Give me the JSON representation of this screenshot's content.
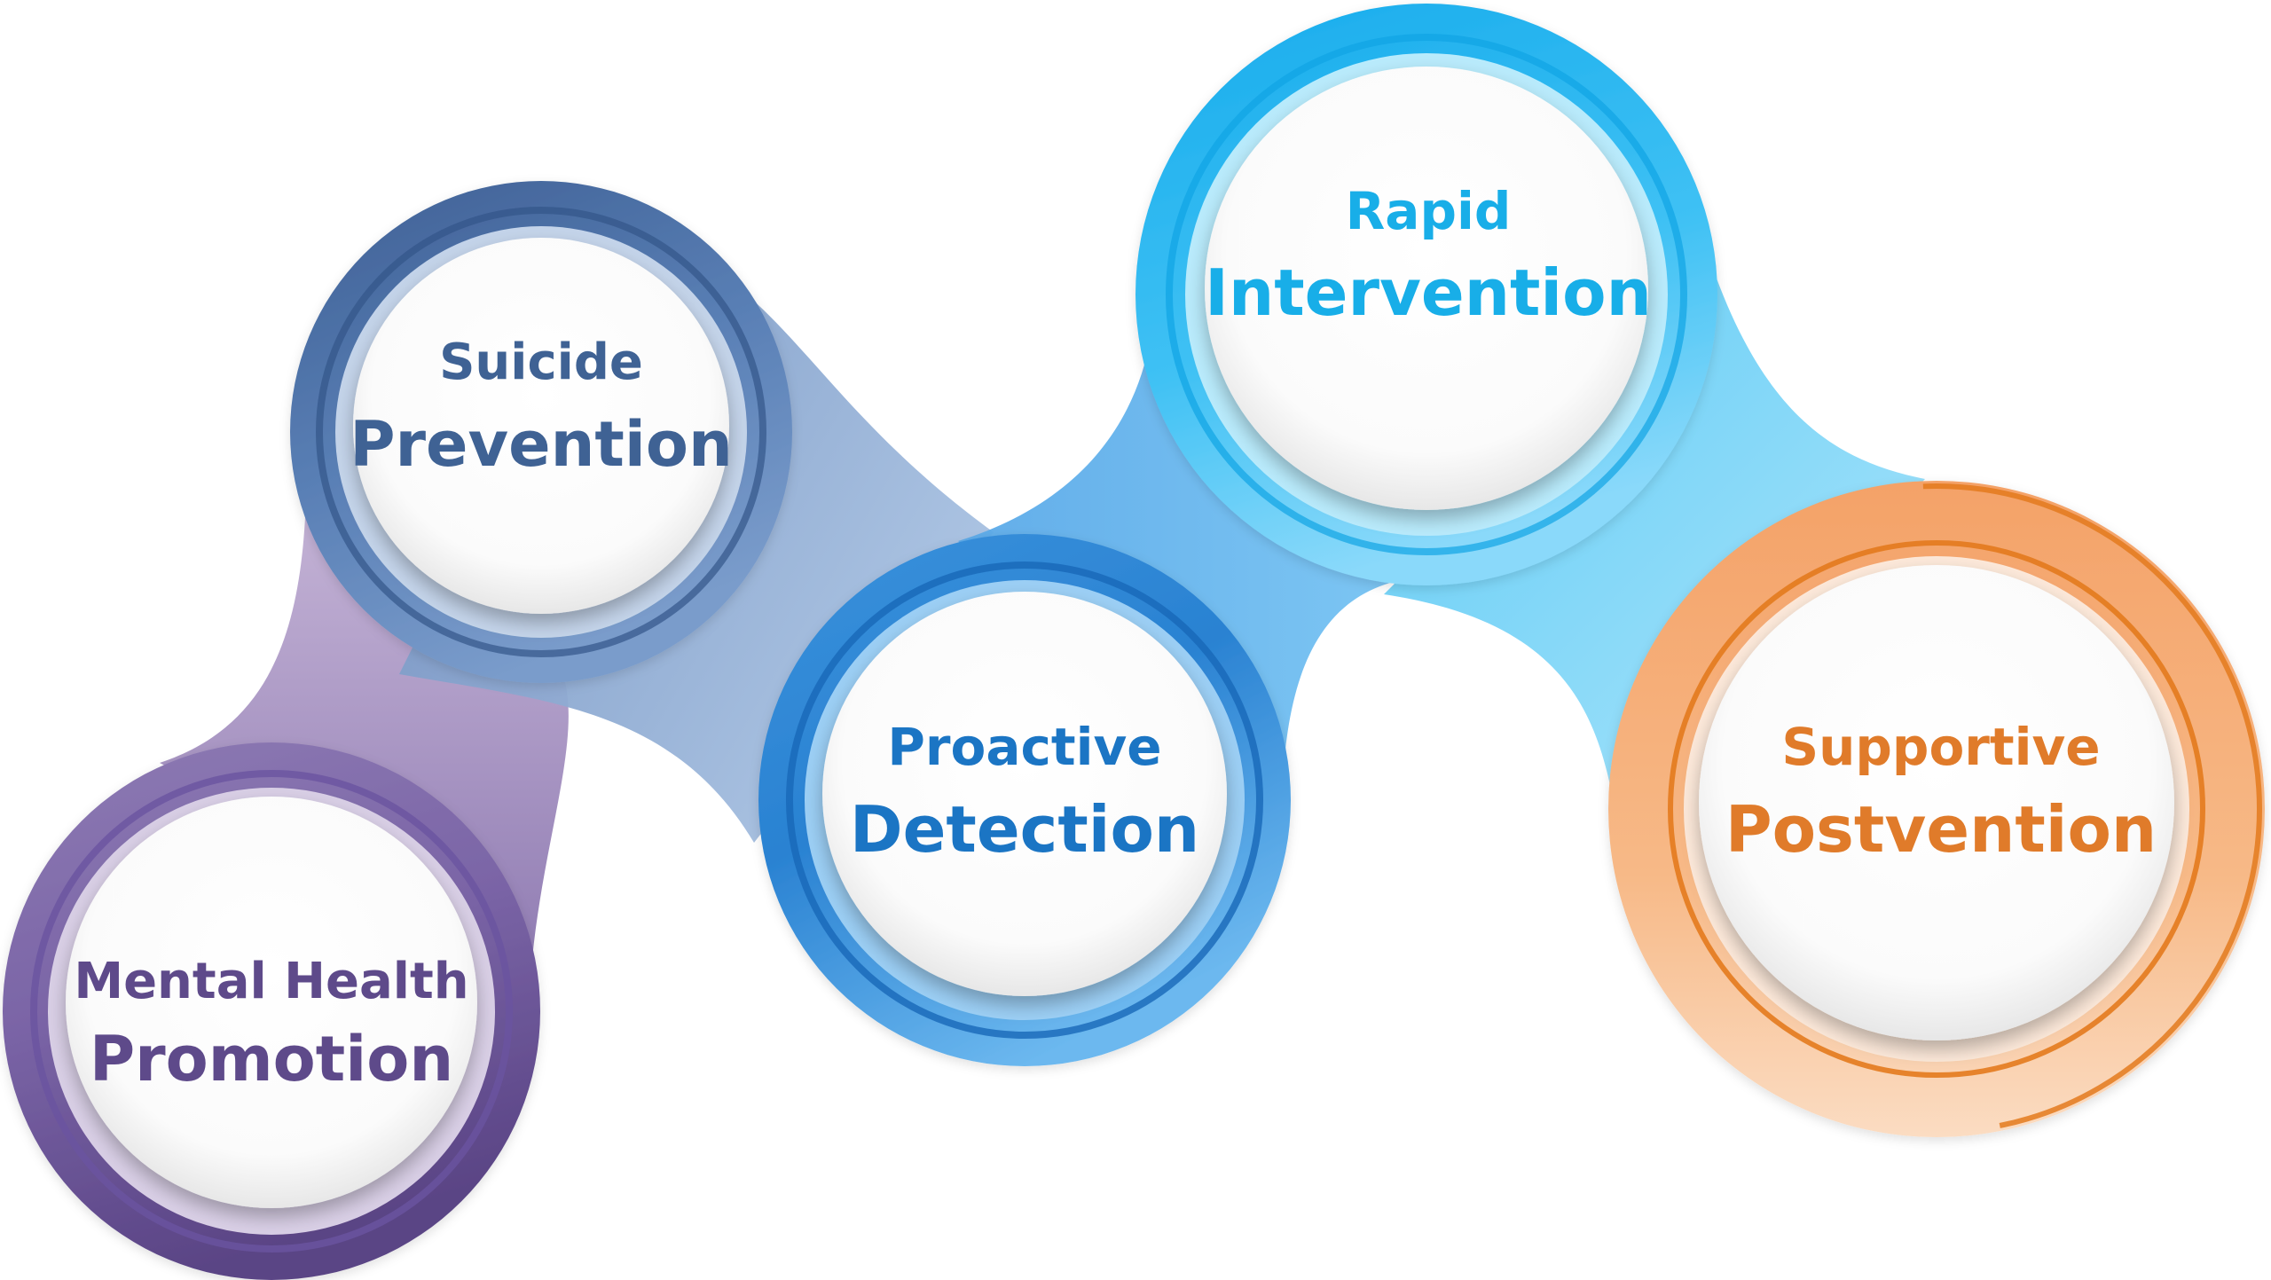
{
  "stages": [
    {
      "id": "promotion",
      "line1": "Mental Health",
      "line2": "Promotion",
      "color": "#5e4a8a"
    },
    {
      "id": "prevention",
      "line1": "Suicide",
      "line2": "Prevention",
      "color": "#3f6294"
    },
    {
      "id": "detection",
      "line1": "Proactive",
      "line2": "Detection",
      "color": "#1b75c4"
    },
    {
      "id": "intervention",
      "line1": "Rapid",
      "line2": "Intervention",
      "color": "#18aee8"
    },
    {
      "id": "postvention",
      "line1": "Supportive",
      "line2": "Postvention",
      "color": "#e07b2a"
    }
  ]
}
